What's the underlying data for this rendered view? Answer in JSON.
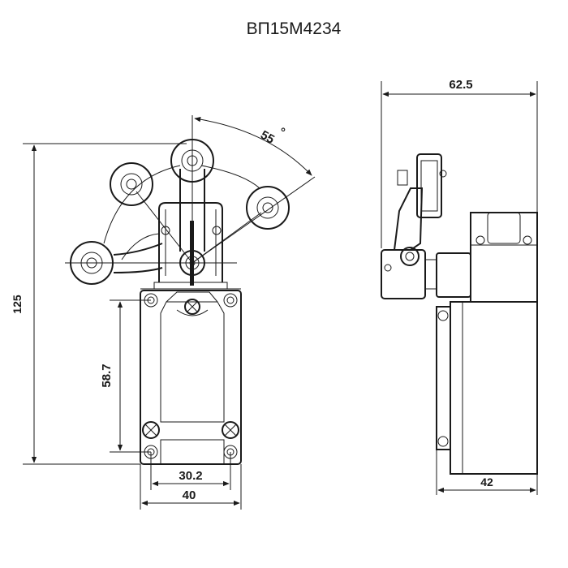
{
  "title": "ВП15М4234",
  "dimensions": {
    "total_height": "125",
    "depth": "62.5",
    "angle": "55",
    "angle_unit": "°",
    "hole_vertical_spacing": "58.7",
    "hole_horizontal_spacing": "30.2",
    "body_width": "40",
    "side_body_width": "42"
  }
}
